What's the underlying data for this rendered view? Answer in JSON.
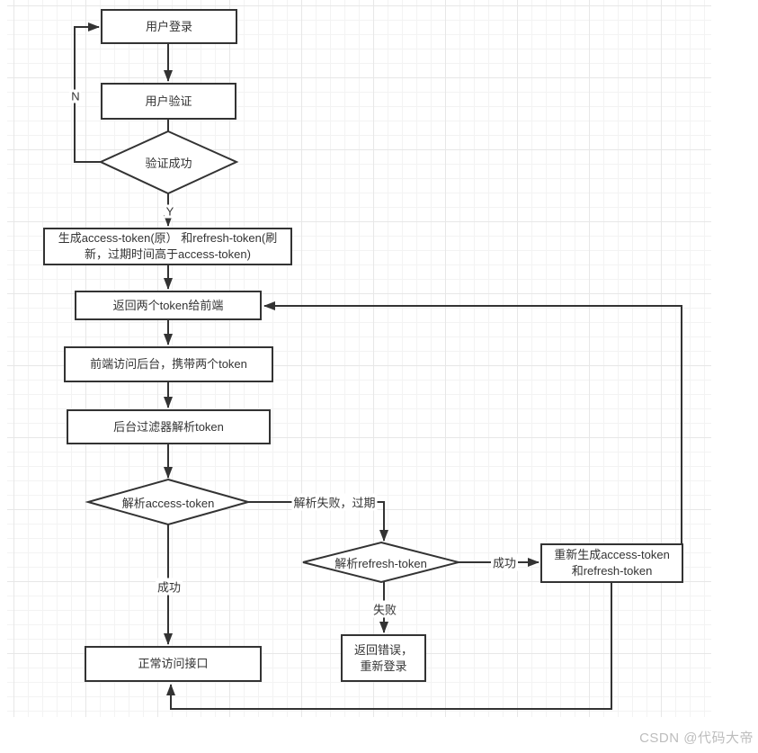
{
  "colors": {
    "stroke": "#333333",
    "text": "#333333",
    "node_fill": "#ffffff",
    "grid_minor": "#f3f3f3",
    "grid_major": "#e7e7e7",
    "watermark": "#bdbdbd"
  },
  "nodes": {
    "login": {
      "label": "用户登录"
    },
    "verify": {
      "label": "用户验证"
    },
    "verify_success": {
      "label": "验证成功"
    },
    "generate_tokens": {
      "label": "生成access-token(原） 和refresh-token(刷新，过期时间高于access-token)"
    },
    "return_tokens": {
      "label": "返回两个token给前端"
    },
    "frontend_request": {
      "label": "前端访问后台，携带两个token"
    },
    "backend_filter": {
      "label": "后台过滤器解析token"
    },
    "parse_access_token": {
      "label": "解析access-token"
    },
    "parse_refresh_token": {
      "label": "解析refresh-token"
    },
    "regenerate_tokens": {
      "label": "重新生成access-token\n和refresh-token"
    },
    "return_error": {
      "label": "返回错误，\n重新登录"
    },
    "normal_access": {
      "label": "正常访问接口"
    }
  },
  "edge_labels": {
    "no": "N",
    "yes": "Y",
    "access_success": "成功",
    "access_fail": "解析失败，过期",
    "refresh_success": "成功",
    "refresh_fail": "失败"
  },
  "watermark": "CSDN @代码大帝"
}
